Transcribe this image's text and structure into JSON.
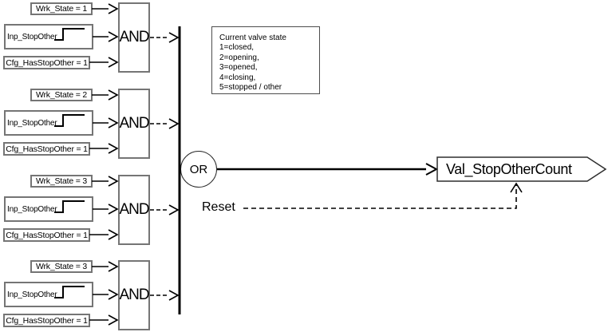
{
  "groups": [
    {
      "state_label": "Wrk_State = 1",
      "input_label": "Inp_StopOther",
      "config_label": "Cfg_HasStopOther = 1",
      "gate_label": "AND"
    },
    {
      "state_label": "Wrk_State = 2",
      "input_label": "Inp_StopOther",
      "config_label": "Cfg_HasStopOther = 1",
      "gate_label": "AND"
    },
    {
      "state_label": "Wrk_State = 3",
      "input_label": "Inp_StopOther",
      "config_label": "Cfg_HasStopOther = 1",
      "gate_label": "AND"
    },
    {
      "state_label": "Wrk_State = 3",
      "input_label": "Inp_StopOther",
      "config_label": "Cfg_HasStopOther = 1",
      "gate_label": "AND"
    }
  ],
  "or_gate": {
    "label": "OR"
  },
  "reset": {
    "label": "Reset"
  },
  "output_tag": {
    "label": "Val_StopOtherCount"
  },
  "note": {
    "lines": [
      "Current valve state",
      "1=closed,",
      "2=opening,",
      "3=opened,",
      "4=closing,",
      "5=stopped / other"
    ]
  },
  "colors": {
    "line": "#000000",
    "box_border": "#757575",
    "background": "#ffffff"
  }
}
